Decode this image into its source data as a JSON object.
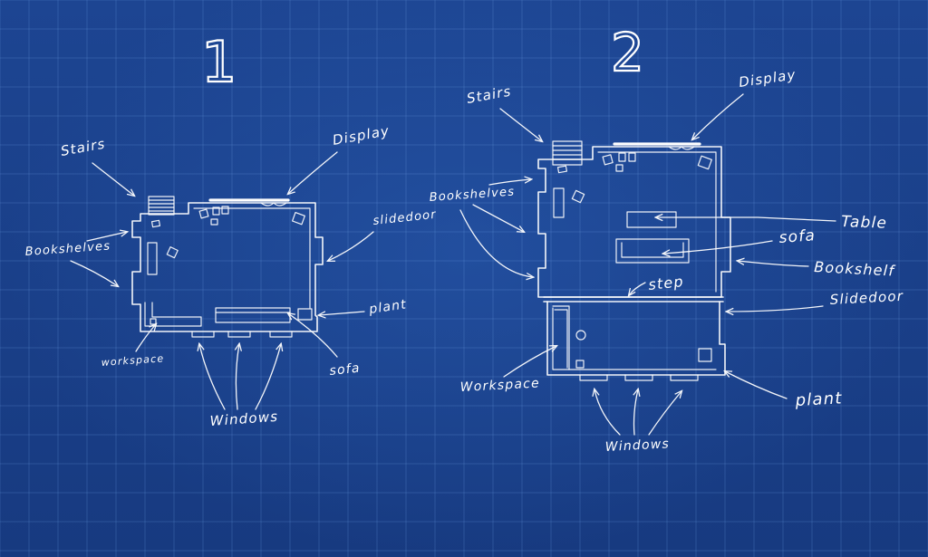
{
  "plans": [
    {
      "number": "1",
      "labels": {
        "stairs": "Stairs",
        "display": "Display",
        "bookshelves": "Bookshelves",
        "slidedoor": "slidedoor",
        "plant": "plant",
        "workspace": "workspace",
        "sofa": "sofa",
        "windows": "Windows"
      }
    },
    {
      "number": "2",
      "labels": {
        "stairs": "Stairs",
        "display": "Display",
        "bookshelves": "Bookshelves",
        "table": "Table",
        "sofa": "sofa",
        "bookshelf": "Bookshelf",
        "step": "step",
        "slidedoor": "Slidedoor",
        "workspace": "Workspace",
        "plant": "plant",
        "windows": "Windows"
      }
    }
  ]
}
